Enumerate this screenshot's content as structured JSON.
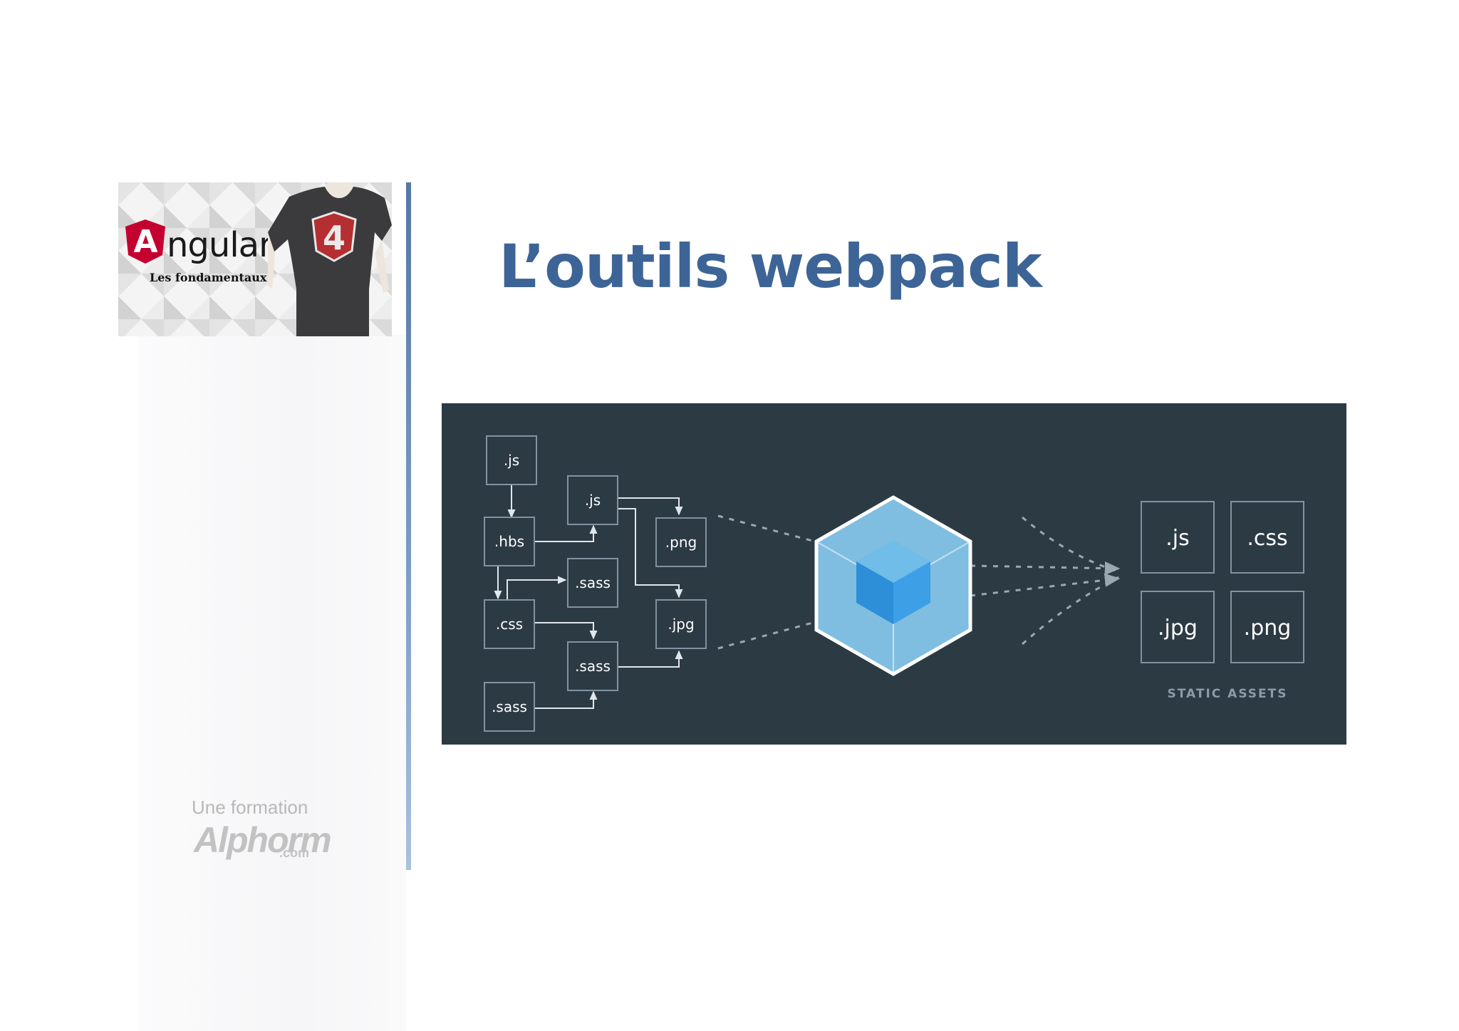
{
  "logo": {
    "word": "ngular",
    "initial": "A",
    "version": "4",
    "subtitle": "Les fondamentaux",
    "shield_color": "#c3002f"
  },
  "title": "L’outils webpack",
  "diagram": {
    "background": "#2c3a44",
    "box_stroke": "#8193a0",
    "cube_color": "#8ed6fb",
    "cube_inner": "#1c78c0",
    "source_modules": [
      {
        "label": ".js"
      },
      {
        "label": ".js"
      },
      {
        "label": ".hbs"
      },
      {
        "label": ".png"
      },
      {
        "label": ".sass"
      },
      {
        "label": ".css"
      },
      {
        "label": ".jpg"
      },
      {
        "label": ".sass"
      },
      {
        "label": ".sass"
      }
    ],
    "output_assets": [
      {
        "label": ".js"
      },
      {
        "label": ".css"
      },
      {
        "label": ".jpg"
      },
      {
        "label": ".png"
      }
    ],
    "output_caption": "STATIC ASSETS"
  },
  "brand": {
    "caption": "Une formation",
    "name": "Alphorm",
    "suffix": ".com"
  }
}
